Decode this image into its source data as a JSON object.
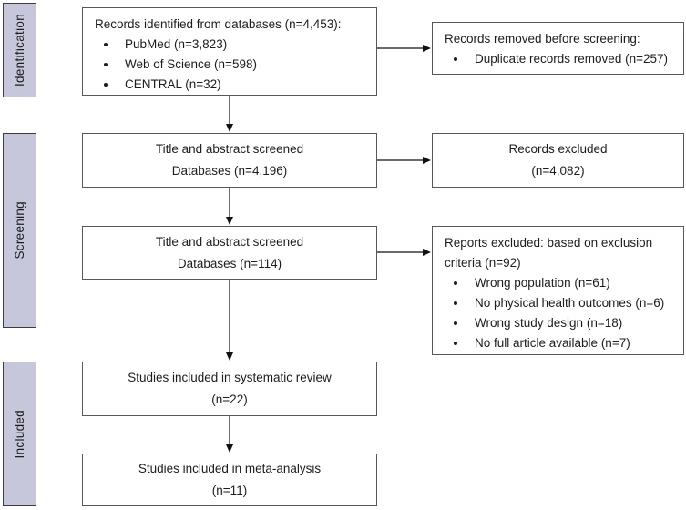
{
  "stages": [
    {
      "label": "Identification"
    },
    {
      "label": "Screening"
    },
    {
      "label": "Included"
    }
  ],
  "boxes": {
    "identified": {
      "title": "Records identified from databases (n=4,453):",
      "bullets": [
        "PubMed (n=3,823)",
        "Web of Science (n=598)",
        "CENTRAL (n=32)"
      ]
    },
    "removed": {
      "title": "Records removed before screening:",
      "bullets": [
        "Duplicate records removed (n=257)"
      ]
    },
    "screened_first": {
      "line1": "Title and abstract screened",
      "line2": "Databases (n=4,196)"
    },
    "records_excluded": {
      "line1": "Records excluded",
      "line2": "(n=4,082)"
    },
    "screened_second": {
      "line1": "Title and abstract screened",
      "line2": "Databases (n=114)"
    },
    "reports_excluded": {
      "title": "Reports excluded: based on exclusion criteria (n=92)",
      "bullets": [
        "Wrong population (n=61)",
        "No physical health outcomes (n=6)",
        "Wrong study design (n=18)",
        "No full article available (n=7)"
      ]
    },
    "systematic_review": {
      "line1": "Studies included in systematic review",
      "line2": "(n=22)"
    },
    "meta_analysis": {
      "line1": "Studies included in meta-analysis",
      "line2": "(n=11)"
    }
  },
  "colors": {
    "stage_fill": "#c6c7db",
    "stage_border": "#3c3c3c",
    "box_border": "#575757",
    "arrow": "#111111",
    "text": "#1c1c1c",
    "background": "#ffffff"
  }
}
